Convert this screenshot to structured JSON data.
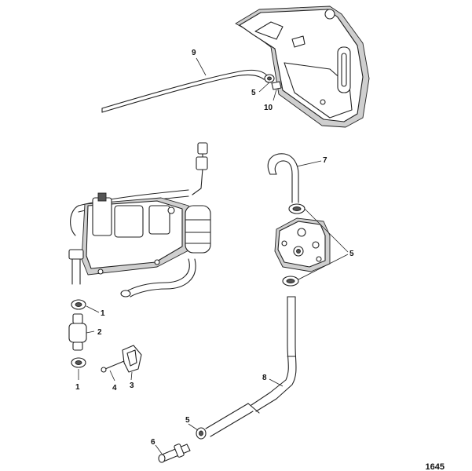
{
  "diagram": {
    "figure_number": "1645",
    "callouts": [
      {
        "id": "c9",
        "label": "9"
      },
      {
        "id": "c5a",
        "label": "5"
      },
      {
        "id": "c10",
        "label": "10"
      },
      {
        "id": "c7",
        "label": "7"
      },
      {
        "id": "c5b",
        "label": "5"
      },
      {
        "id": "c1a",
        "label": "1"
      },
      {
        "id": "c2",
        "label": "2"
      },
      {
        "id": "c1b",
        "label": "1"
      },
      {
        "id": "c4",
        "label": "4"
      },
      {
        "id": "c3",
        "label": "3"
      },
      {
        "id": "c8",
        "label": "8"
      },
      {
        "id": "c5c",
        "label": "5"
      },
      {
        "id": "c6",
        "label": "6"
      }
    ]
  }
}
